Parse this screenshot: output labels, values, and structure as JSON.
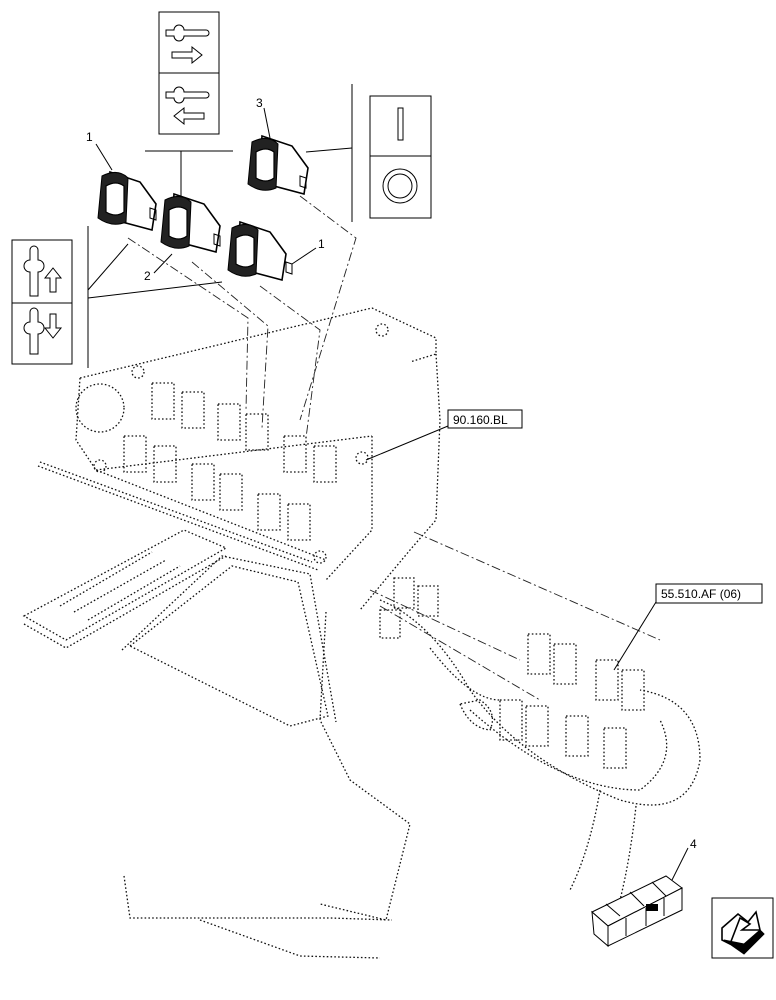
{
  "callouts": {
    "item_1a": "1",
    "item_1b": "1",
    "item_2": "2",
    "item_3": "3",
    "item_4": "4"
  },
  "references": {
    "ref_90": "90.160.BL",
    "ref_55": "55.510.AF (06)"
  },
  "icons": {
    "symbol_panel_horizontal": "push-pull-arrow-icons",
    "symbol_panel_vertical": "up-down-arrow-icons",
    "symbol_panel_power": "on-off-icons",
    "nav_icon": "next-page-arrow-icon"
  }
}
